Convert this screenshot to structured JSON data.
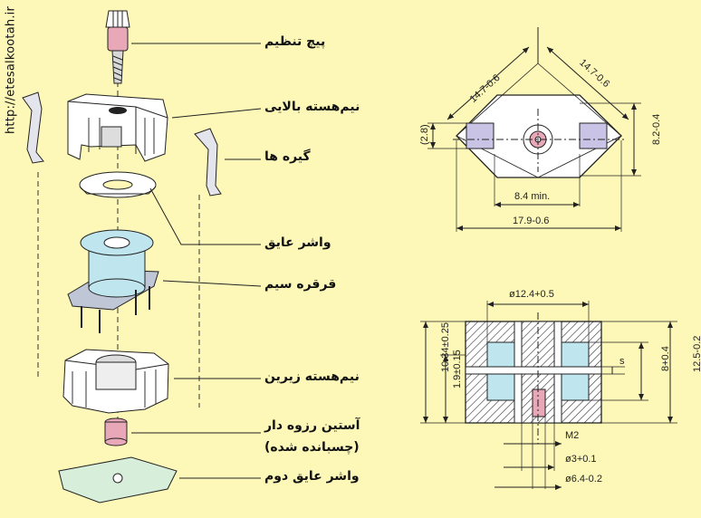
{
  "site_url": "http://etesalkootah.ir",
  "parts": {
    "adjust_screw": "پیچ تنظیم",
    "upper_half_core": "نیم‌هسته بالایی",
    "clips": "گیره ها",
    "insulating_washer": "واشر عایق",
    "wire_bobbin": "قرقره سیم",
    "lower_half_core": "نیم‌هسته زیرین",
    "threaded_sleeve": "آستین رزوه دار",
    "threaded_sleeve_note": "(چسبانده شده)",
    "second_washer": "واشر عایق دوم"
  },
  "top_view": {
    "dim_diag_left": "14.7-0.6",
    "dim_diag_right": "14.7-0.6",
    "dim_left": "(2.8)",
    "dim_right": "8.2-0.4",
    "dim_min": "8.4 min.",
    "dim_width": "17.9-0.6"
  },
  "section_view": {
    "dim_top": "ø12.4+0.5",
    "dim_height": "10.34±0.25",
    "dim_gap": "1.9±0.15",
    "dim_s": "s",
    "dim_inner": "8+0.4",
    "dim_outer": "12.5-0.2",
    "dim_m2": "M2",
    "dim_bore": "ø3+0.1",
    "dim_base": "ø6.4-0.2"
  },
  "colors": {
    "background": "#fdf8b8",
    "part_fill": "#ffffff",
    "accent": "#e8a8b8",
    "bobbin": "#bfe6ef",
    "line": "#222222"
  }
}
